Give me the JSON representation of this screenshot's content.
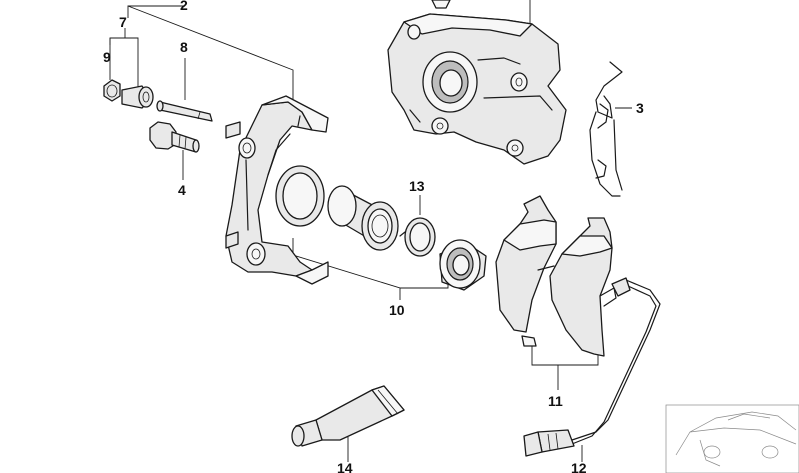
{
  "callouts": {
    "c2": "2",
    "c7": "7",
    "c9": "9",
    "c8": "8",
    "c3": "3",
    "c4": "4",
    "c13": "13",
    "c10": "10",
    "c11": "11",
    "c14": "14",
    "c12": "12"
  }
}
